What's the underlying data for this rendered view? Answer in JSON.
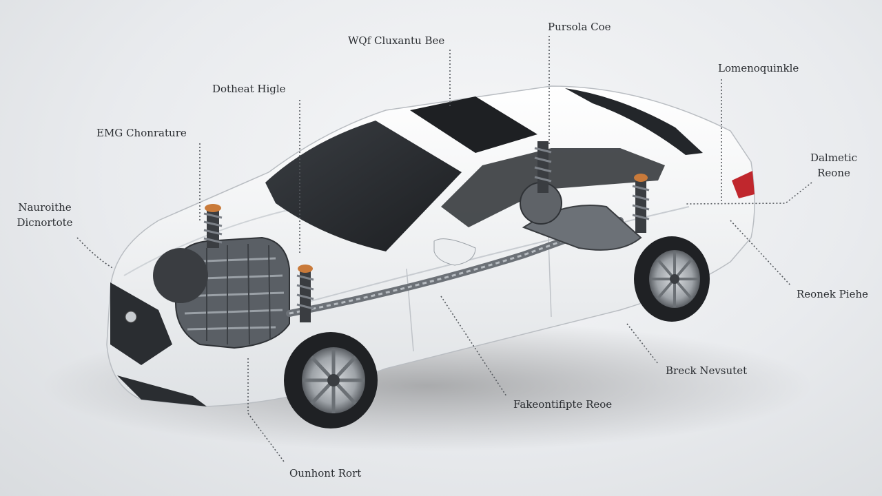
{
  "labels": {
    "wqf": "WQf Cluxantu Bee",
    "pursola": "Pursola Coe",
    "lomenoqu": "Lomenoquinkle",
    "dotheat": "Dotheat Higle",
    "emg": "EMG Chonrature",
    "dalmetic_l1": "Dalmetic",
    "dalmetic_l2": "Reone",
    "nauroithe_l1": "Nauroithe",
    "nauroithe_l2": "Dicnortote",
    "reonek": "Reonek Piehe",
    "breck": "Breck Nevsutet",
    "fakeonti": "Fakeontifipte Reoe",
    "ounhont": "Ounhont Rort"
  },
  "colors": {
    "body": "#f3f4f5",
    "glass": "#2a2d31",
    "tire": "#1f2124",
    "spring_accent": "#c97a3a",
    "tail_light": "#c0272d"
  }
}
